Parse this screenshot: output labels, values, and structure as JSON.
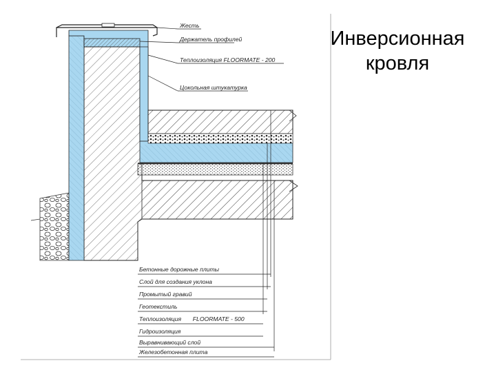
{
  "slide": {
    "title_line1": "Инверсионная",
    "title_line2": "кровля"
  },
  "callouts": [
    {
      "text": "Жесть"
    },
    {
      "text": "Держатель профилей"
    },
    {
      "text": "Теплоизоляция FLOORMATE - 200"
    },
    {
      "text": "Цокольная штукатурка"
    }
  ],
  "legend_items": [
    {
      "text": "Бетонные дорожные плиты"
    },
    {
      "text": "Слой для создания уклона"
    },
    {
      "text": "Промытый гравий"
    },
    {
      "text": "Геотекстиль"
    },
    {
      "text": "Теплоизоляция       FLOORMATE - 500"
    },
    {
      "text": "Гидроизоляция"
    },
    {
      "text": "Выравнивающий слой"
    },
    {
      "text": "Железобетонная плита"
    }
  ],
  "colors": {
    "insulation": "#a9d7f0",
    "line": "#222222",
    "hatch": "#555555"
  }
}
